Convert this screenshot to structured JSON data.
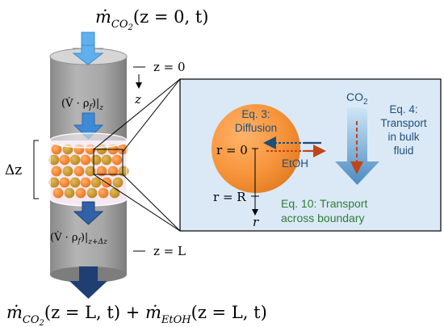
{
  "diagram": {
    "inlet_label": "ṁ",
    "inlet_sub": "CO",
    "inlet_sub2": "2",
    "inlet_args": "(z = 0, t)",
    "z0_label": "z = 0",
    "z_axis_label": "z",
    "flux_top_label": "(V̇ · ρ",
    "flux_top_sub": "f",
    "flux_top_end": ")|",
    "flux_top_sub2": "z",
    "dz_label": "Δz",
    "flux_bottom_label": "(V̇ · ρ",
    "flux_bottom_sub": "f",
    "flux_bottom_end": ")|",
    "flux_bottom_sub2": "z+Δz",
    "zL_label": "z = L",
    "outlet_m1": "ṁ",
    "outlet_m1_sub": "CO",
    "outlet_m1_sub2": "2",
    "outlet_m1_args": "(z = L, t) + ",
    "outlet_m2": "ṁ",
    "outlet_m2_sub": "EtOH",
    "outlet_m2_args": "(z = L, t)",
    "eq3_line1": "Eq. 3:",
    "eq3_line2": "Diffusion",
    "r0_label": "r = 0",
    "rR_label": "r = R",
    "r_axis_label": "r",
    "etoh_label": "EtOH",
    "co2_label": "CO",
    "co2_sub": "2",
    "eq4_line1": "Eq. 4:",
    "eq4_line2": "Transport",
    "eq4_line3": "in bulk",
    "eq4_line4": "fluid",
    "eq10_line1": "Eq. 10: Transport",
    "eq10_line2": "across boundary",
    "colors": {
      "panel_bg": "#dbe9f7",
      "cylinder": "#a6a6a6",
      "inflow_arrow": "#4da6e8",
      "outflow_arrow": "#1f3f73",
      "green_text": "#2e7d32",
      "blue_text": "#1f4e79",
      "etoh": "#c0451a"
    }
  }
}
